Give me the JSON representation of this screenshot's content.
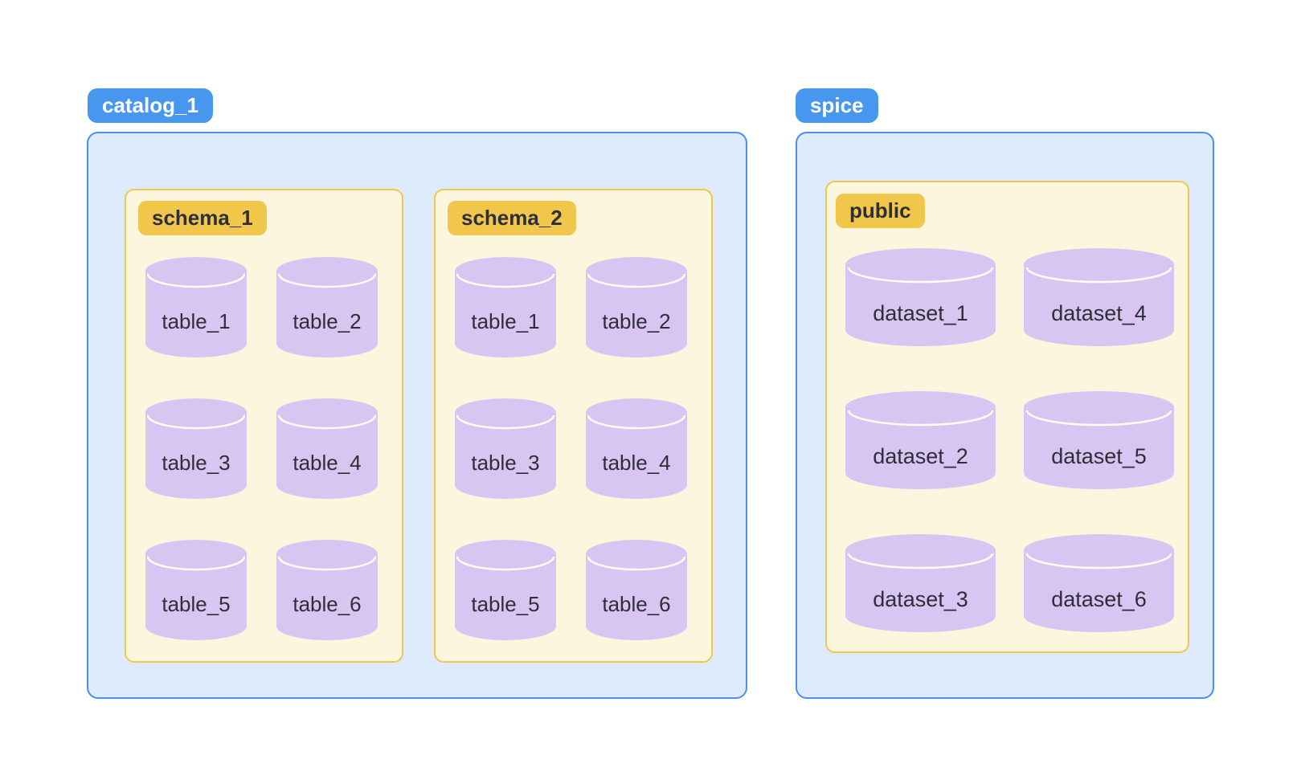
{
  "colors": {
    "blue_badge": "#4897ee",
    "blue_container_bg": "#ddebfc",
    "blue_container_border": "#4a90e8",
    "cream_box_bg": "#fdf6df",
    "cream_box_border": "#eec84e",
    "amber_badge_bg": "#f1c74b",
    "cylinder_fill": "#d9c5f2",
    "cylinder_arc": "#fffcf0",
    "text_dark": "#2e2e38",
    "badge_text_light": "#ffffff"
  },
  "diagram": {
    "catalog": {
      "label": "catalog_1",
      "schemas": [
        {
          "label": "schema_1",
          "tables": [
            "table_1",
            "table_2",
            "table_3",
            "table_4",
            "table_5",
            "table_6"
          ]
        },
        {
          "label": "schema_2",
          "tables": [
            "table_1",
            "table_2",
            "table_3",
            "table_4",
            "table_5",
            "table_6"
          ]
        }
      ]
    },
    "spice": {
      "label": "spice",
      "schemas": [
        {
          "label": "public",
          "datasets": [
            "dataset_1",
            "dataset_2",
            "dataset_3",
            "dataset_4",
            "dataset_5",
            "dataset_6"
          ]
        }
      ]
    }
  }
}
